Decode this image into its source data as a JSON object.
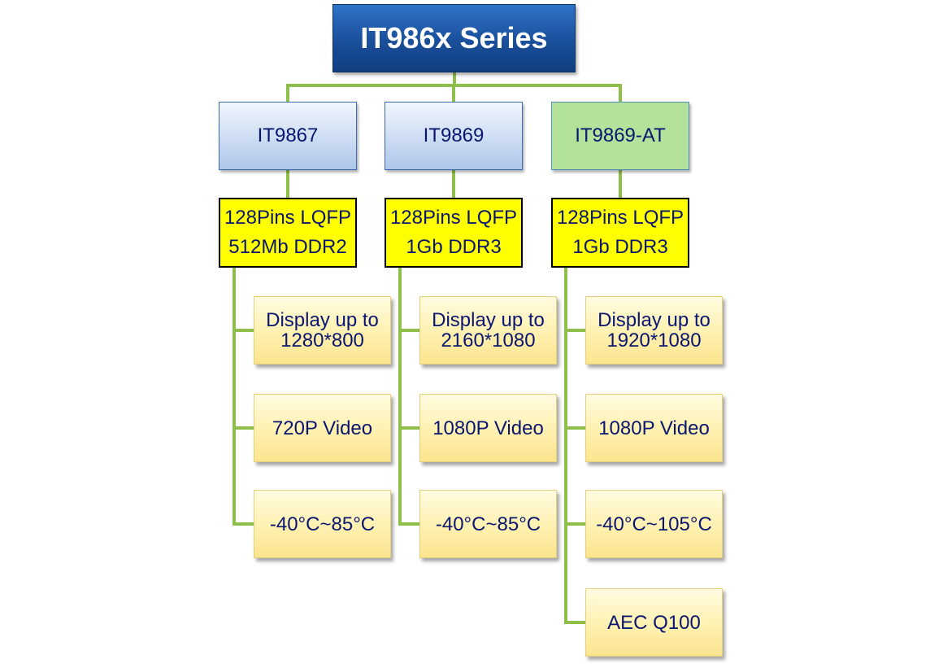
{
  "root": {
    "label": "IT986x Series"
  },
  "colors": {
    "connector": "#8dbf4a",
    "root_fill": "#1a4f9a",
    "model_fill_blue": "#cddcf3",
    "model_fill_green": "#b3e39a",
    "spec_fill": "#ffff00",
    "feature_fill": "#fff2b3",
    "text": "#0a1670"
  },
  "columns": [
    {
      "model": "IT9867",
      "model_style": "blue",
      "package": "128Pins LQFP",
      "memory": "512Mb DDR2",
      "features": [
        {
          "line1": "Display up to",
          "line2": "1280*800"
        },
        {
          "line1": "720P Video",
          "line2": ""
        },
        {
          "line1": "-40°C~85°C",
          "line2": ""
        }
      ]
    },
    {
      "model": "IT9869",
      "model_style": "blue",
      "package": "128Pins LQFP",
      "memory": "1Gb DDR3",
      "features": [
        {
          "line1": "Display up to",
          "line2": "2160*1080"
        },
        {
          "line1": "1080P Video",
          "line2": ""
        },
        {
          "line1": "-40°C~85°C",
          "line2": ""
        }
      ]
    },
    {
      "model": "IT9869-AT",
      "model_style": "green",
      "package": "128Pins LQFP",
      "memory": "1Gb DDR3",
      "features": [
        {
          "line1": "Display up to",
          "line2": "1920*1080"
        },
        {
          "line1": "1080P Video",
          "line2": ""
        },
        {
          "line1": "-40°C~105°C",
          "line2": ""
        },
        {
          "line1": "AEC Q100",
          "line2": ""
        }
      ]
    }
  ]
}
